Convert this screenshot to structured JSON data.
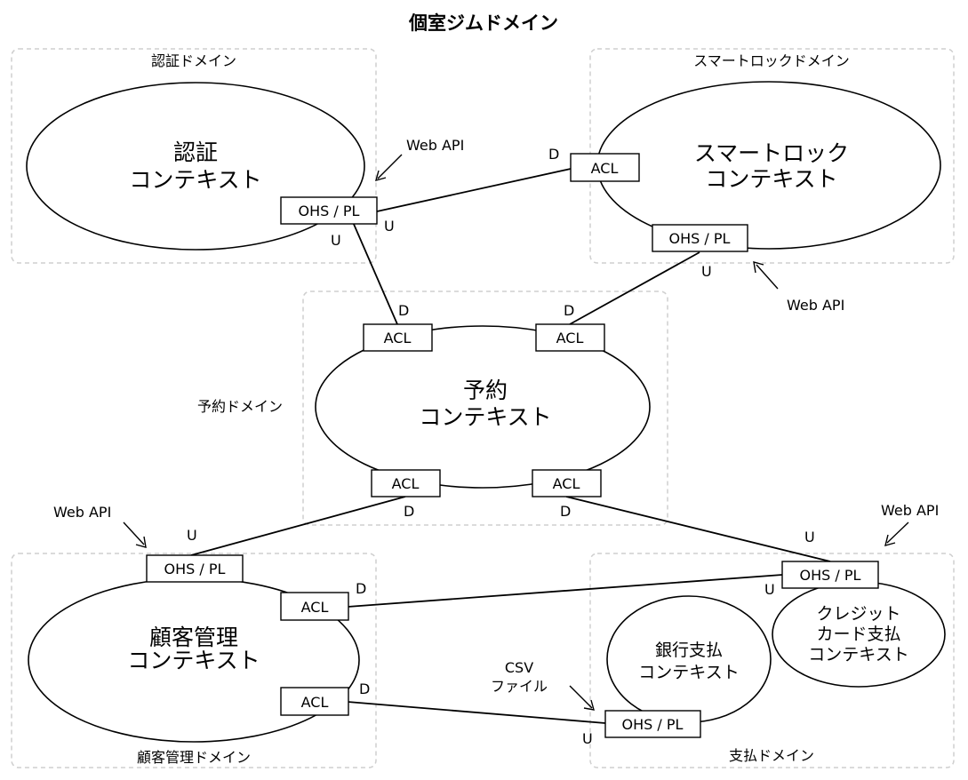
{
  "title": "個室ジムドメイン",
  "domains": {
    "auth": "認証ドメイン",
    "smartlock": "スマートロックドメイン",
    "reservation": "予約ドメイン",
    "customer": "顧客管理ドメイン",
    "payment": "支払ドメイン"
  },
  "contexts": {
    "auth": {
      "line1": "認証",
      "line2": "コンテキスト"
    },
    "smartlock": {
      "line1": "スマートロック",
      "line2": "コンテキスト"
    },
    "reservation": {
      "line1": "予約",
      "line2": "コンテキスト"
    },
    "customer": {
      "line1": "顧客管理",
      "line2": "コンテキスト"
    },
    "bank": {
      "line1": "銀行支払",
      "line2": "コンテキスト"
    },
    "credit": {
      "line1": "クレジット",
      "line2": "カード支払",
      "line3": "コンテキスト"
    }
  },
  "labels": {
    "ohs": "OHS / PL",
    "acl": "ACL",
    "upstream": "U",
    "downstream": "D",
    "web_api": "Web API",
    "csv_line1": "CSV",
    "csv_line2": "ファイル"
  }
}
